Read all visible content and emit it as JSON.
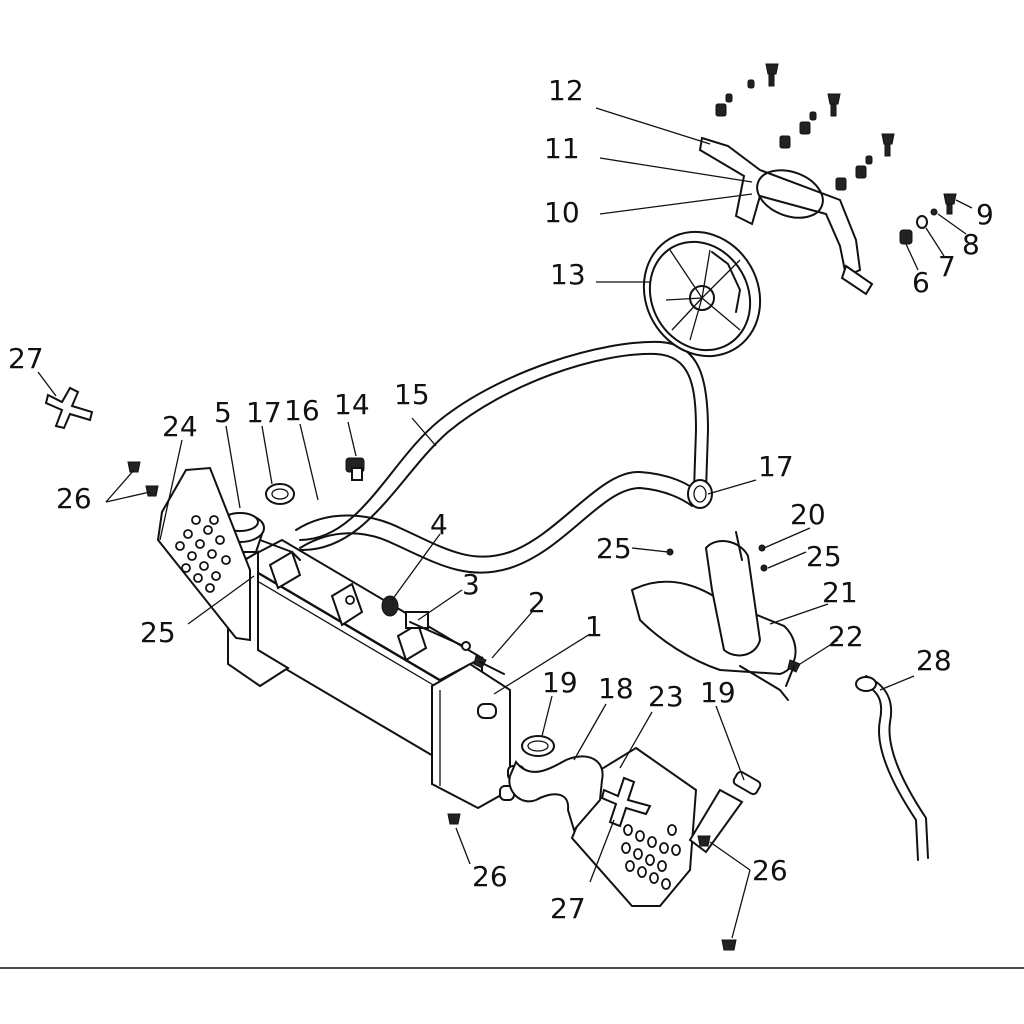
{
  "callouts": [
    {
      "id": "c1",
      "text": "1"
    },
    {
      "id": "c2",
      "text": "2"
    },
    {
      "id": "c3",
      "text": "3"
    },
    {
      "id": "c4",
      "text": "4"
    },
    {
      "id": "c5",
      "text": "5"
    },
    {
      "id": "c6",
      "text": "6"
    },
    {
      "id": "c7",
      "text": "7"
    },
    {
      "id": "c8",
      "text": "8"
    },
    {
      "id": "c9",
      "text": "9"
    },
    {
      "id": "c10",
      "text": "10"
    },
    {
      "id": "c11",
      "text": "11"
    },
    {
      "id": "c12",
      "text": "12"
    },
    {
      "id": "c13",
      "text": "13"
    },
    {
      "id": "c14",
      "text": "14"
    },
    {
      "id": "c15",
      "text": "15"
    },
    {
      "id": "c16",
      "text": "16"
    },
    {
      "id": "c17a",
      "text": "17"
    },
    {
      "id": "c17b",
      "text": "17"
    },
    {
      "id": "c18",
      "text": "18"
    },
    {
      "id": "c19a",
      "text": "19"
    },
    {
      "id": "c19b",
      "text": "19"
    },
    {
      "id": "c20",
      "text": "20"
    },
    {
      "id": "c21",
      "text": "21"
    },
    {
      "id": "c22",
      "text": "22"
    },
    {
      "id": "c23",
      "text": "23"
    },
    {
      "id": "c24",
      "text": "24"
    },
    {
      "id": "c25a",
      "text": "25"
    },
    {
      "id": "c25b",
      "text": "25"
    },
    {
      "id": "c25c",
      "text": "25"
    },
    {
      "id": "c26a",
      "text": "26"
    },
    {
      "id": "c26b",
      "text": "26"
    },
    {
      "id": "c26c",
      "text": "26"
    },
    {
      "id": "c27a",
      "text": "27"
    },
    {
      "id": "c27b",
      "text": "27"
    },
    {
      "id": "c28",
      "text": "28"
    }
  ]
}
